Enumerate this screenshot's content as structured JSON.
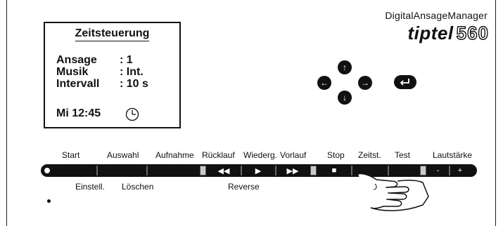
{
  "brand": {
    "line": "DigitalAnsageManager",
    "logo_word": "tiptel",
    "logo_number": "560"
  },
  "display": {
    "title": "Zeitsteuerung",
    "rows": [
      {
        "key": "Ansage",
        "value": ": 1"
      },
      {
        "key": "Musik",
        "value": ": Int."
      },
      {
        "key": "Intervall",
        "value": ": 10 s"
      }
    ],
    "clock": "Mi 12:45",
    "clock_icon": "clock-icon"
  },
  "navigation": {
    "up_icon": "arrow-up-icon",
    "down_icon": "arrow-down-icon",
    "left_icon": "arrow-left-icon",
    "right_icon": "arrow-right-icon",
    "enter_icon": "enter-icon"
  },
  "buttons_top": {
    "start": "Start",
    "auswahl": "Auswahl",
    "aufnahme": "Aufnahme",
    "ruecklauf": "Rücklauf",
    "wiederg": "Wiederg.",
    "vorlauf": "Vorlauf",
    "stop": "Stop",
    "zeitst": "Zeitst.",
    "test": "Test",
    "lautstaerke": "Lautstärke"
  },
  "buttons_bottom": {
    "einstell": "Einstell.",
    "loeschen": "Löschen",
    "reverse": "Reverse"
  },
  "symbols": {
    "rewind": "◀◀",
    "play": "▶",
    "forward": "▶▶",
    "stop": "■",
    "minus": "-",
    "plus": "+"
  }
}
